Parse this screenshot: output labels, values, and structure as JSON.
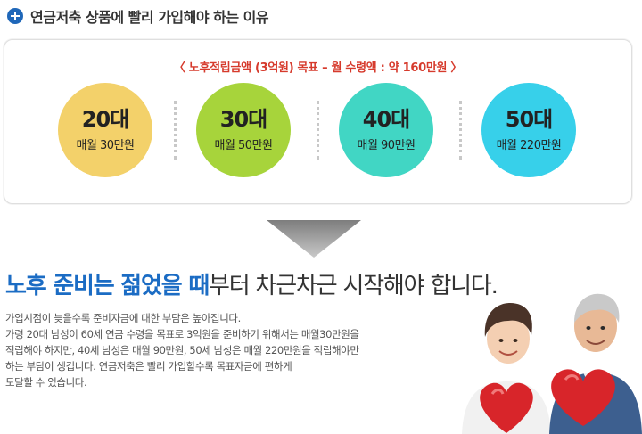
{
  "header": {
    "title": "연금저축 상품에 빨리 가입해야 하는 이유"
  },
  "panel": {
    "caption": "〈 노후적립금액 (3억원) 목표 – 월 수령액 : 약 160만원 〉",
    "items": [
      {
        "age": "20대",
        "amount": "매월 30만원",
        "color": "#f3d16a"
      },
      {
        "age": "30대",
        "amount": "매월 50만원",
        "color": "#a7d43b"
      },
      {
        "age": "40대",
        "amount": "매월 90만원",
        "color": "#41d6c4"
      },
      {
        "age": "50대",
        "amount": "매월 220만원",
        "color": "#37d0ea"
      }
    ]
  },
  "headline": {
    "emphasis": "노후 준비는 젊었을 때",
    "rest": "부터 차근차근 시작해야 합니다."
  },
  "description": {
    "lines": [
      "가입시점이 늦을수록 준비자금에 대한 부담은 높아집니다.",
      "가령 20대 남성이 60세 연금 수령을 목표로 3억원을 준비하기 위해서는 매월30만원을",
      "적립해야 하지만, 40세 남성은 매월 90만원, 50세 남성은 매월 220만원을 적립해야만",
      "하는 부담이 생깁니다. 연금저축은 빨리 가입할수록 목표자금에 편하게",
      "도달할 수 있습니다."
    ]
  },
  "colors": {
    "accent_blue": "#1b6cc4",
    "caption_red": "#d63a2c",
    "arrow_gray": "#9a9a9a"
  }
}
